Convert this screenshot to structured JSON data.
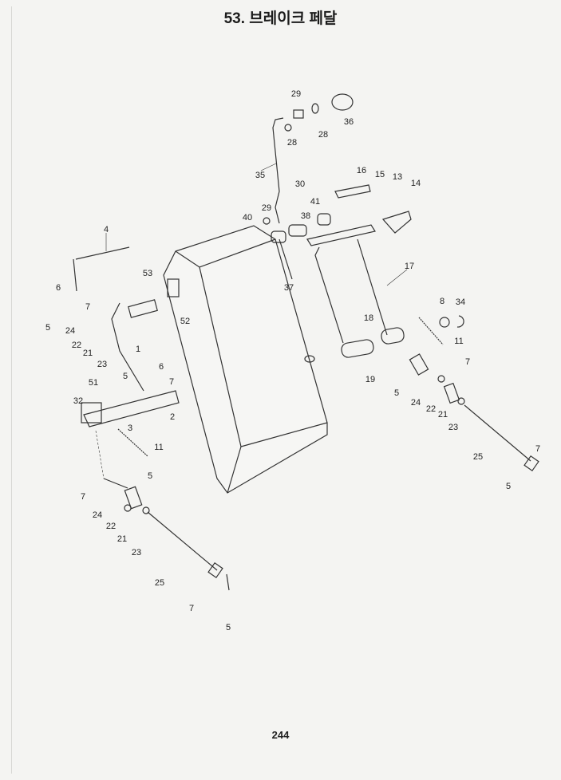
{
  "title": "53. 브레이크 페달",
  "page_number": "244",
  "part_labels": [
    "29",
    "36",
    "28",
    "28",
    "35",
    "30",
    "16",
    "15",
    "13",
    "14",
    "41",
    "29",
    "40",
    "38",
    "4",
    "17",
    "53",
    "37",
    "6",
    "7",
    "5",
    "24",
    "52",
    "8",
    "34",
    "18",
    "22",
    "21",
    "11",
    "1",
    "23",
    "7",
    "6",
    "7",
    "51",
    "19",
    "5",
    "5",
    "24",
    "22",
    "21",
    "32",
    "2",
    "3",
    "23",
    "11",
    "25",
    "5",
    "7",
    "5",
    "7",
    "24",
    "22",
    "21",
    "23",
    "25",
    "7",
    "5"
  ],
  "colors": {
    "line": "#333333",
    "paper": "#f4f4f2"
  }
}
